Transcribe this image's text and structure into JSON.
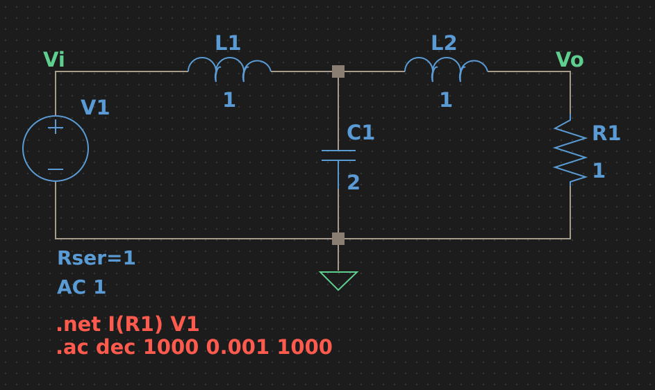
{
  "nets": {
    "input": "Vi",
    "output": "Vo"
  },
  "components": {
    "L1": {
      "name": "L1",
      "value": "1"
    },
    "L2": {
      "name": "L2",
      "value": "1"
    },
    "C1": {
      "name": "C1",
      "value": "2"
    },
    "R1": {
      "name": "R1",
      "value": "1"
    },
    "V1": {
      "name": "V1",
      "rser": "Rser=1",
      "ac": "AC 1"
    }
  },
  "directives": [
    ".net I(R1) V1",
    ".ac dec 1000 0.001 1000"
  ],
  "colors": {
    "background": "#1c1c1c",
    "wire": "#a89c8c",
    "component": "#5b9bd5",
    "net_label": "#5fcf8f",
    "directive": "#ff5a4e",
    "ground": "#5fcf8f",
    "junction": "#8a7e72"
  },
  "icons": {
    "V1": "voltage-source-icon",
    "L1": "inductor-icon",
    "L2": "inductor-icon",
    "C1": "capacitor-icon",
    "R1": "resistor-icon",
    "ground": "ground-icon"
  }
}
